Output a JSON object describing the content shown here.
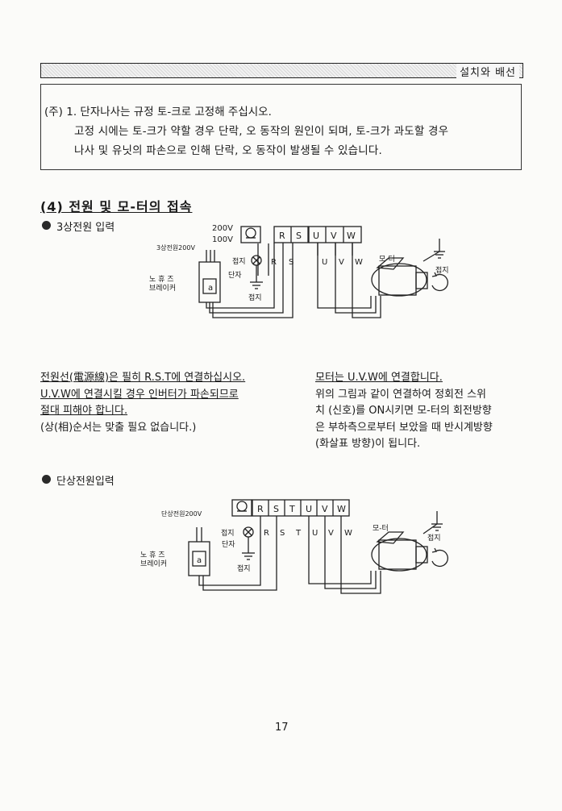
{
  "header": {
    "title": "설치와 배선"
  },
  "note": {
    "line1": "(주) 1. 단자나사는 규정 토-크로 고정해 주십시오.",
    "line2": "고정 시에는 토-크가 약할 경우 단락, 오 동작의 원인이 되며, 토-크가 과도할 경우",
    "line3": "나사 및 유닛의 파손으로 인해 단락, 오 동작이 발생될 수 있습니다."
  },
  "section": {
    "title": "(4) 전원 및 모-터의 접속",
    "three_phase_label": "3상전원 입력",
    "single_phase_label": "단상전원입력"
  },
  "diagram1": {
    "voltage_200": "200V",
    "voltage_100": "100V",
    "source": "3상전원200V",
    "breaker_1": "노 휴 즈",
    "breaker_2": "브레이커",
    "ground": "접지",
    "terminal": "단자",
    "ground_bottom": "접지",
    "t_r": "R",
    "t_s": "S",
    "t_u": "U",
    "t_v": "V",
    "t_w": "W",
    "motor": "모-터",
    "motor_ground": "접지",
    "breaker_letter": "a"
  },
  "left_text": {
    "l1": "전원선(電源線)은 필히 R.S.T에 연결하십시오.",
    "l2": "U.V.W에 연결시킬 경우 인버터가 파손되므로",
    "l3": "절대 피해야 합니다.",
    "l4": "(상(相)순서는 맞출 필요 없습니다.)"
  },
  "right_text": {
    "l1": "모터는 U.V.W에 연결합니다.",
    "l2": "위의 그림과 같이 연결하여 정회전 스위",
    "l3": "치 (신호)를 ON시키면 모-터의 회전방향",
    "l4": "은 부하측으로부터 보았을 때 반시계방향",
    "l5": "(화살표 방향)이 됩니다."
  },
  "diagram2": {
    "source": "단상전원200V",
    "breaker_1": "노 휴 즈",
    "breaker_2": "브레이커",
    "ground": "접지",
    "terminal": "단자",
    "ground_bottom": "접지",
    "t_r": "R",
    "t_s": "S",
    "t_t": "T",
    "t_u": "U",
    "t_v": "V",
    "t_w": "W",
    "motor": "모-터",
    "motor_ground": "접지",
    "breaker_letter": "a"
  },
  "page_number": "17"
}
